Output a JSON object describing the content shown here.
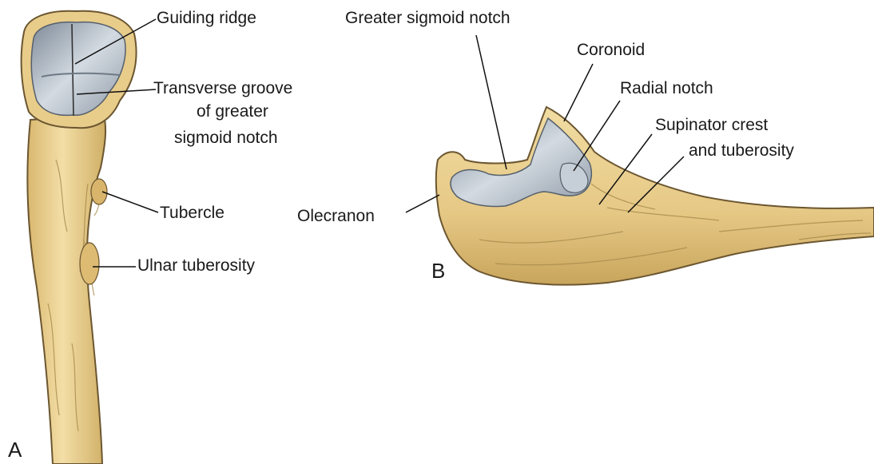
{
  "panels": [
    {
      "letter": "A",
      "labels": {
        "guiding_ridge": "Guiding ridge",
        "transverse_groove_1": "Transverse groove",
        "transverse_groove_2": "of greater",
        "transverse_groove_3": "sigmoid notch",
        "tubercle": "Tubercle",
        "ulnar_tuberosity": "Ulnar tuberosity"
      }
    },
    {
      "letter": "B",
      "labels": {
        "greater_sigmoid_notch": "Greater sigmoid notch",
        "coronoid": "Coronoid",
        "radial_notch": "Radial notch",
        "supinator_crest_1": "Supinator crest",
        "supinator_crest_2": "and tuberosity",
        "olecranon": "Olecranon"
      }
    }
  ],
  "colors": {
    "bone": "#EBCF8C",
    "bone_shadow": "#C9A75E",
    "cartilage": "#B9C3CE",
    "outline": "#5A4A2A"
  }
}
